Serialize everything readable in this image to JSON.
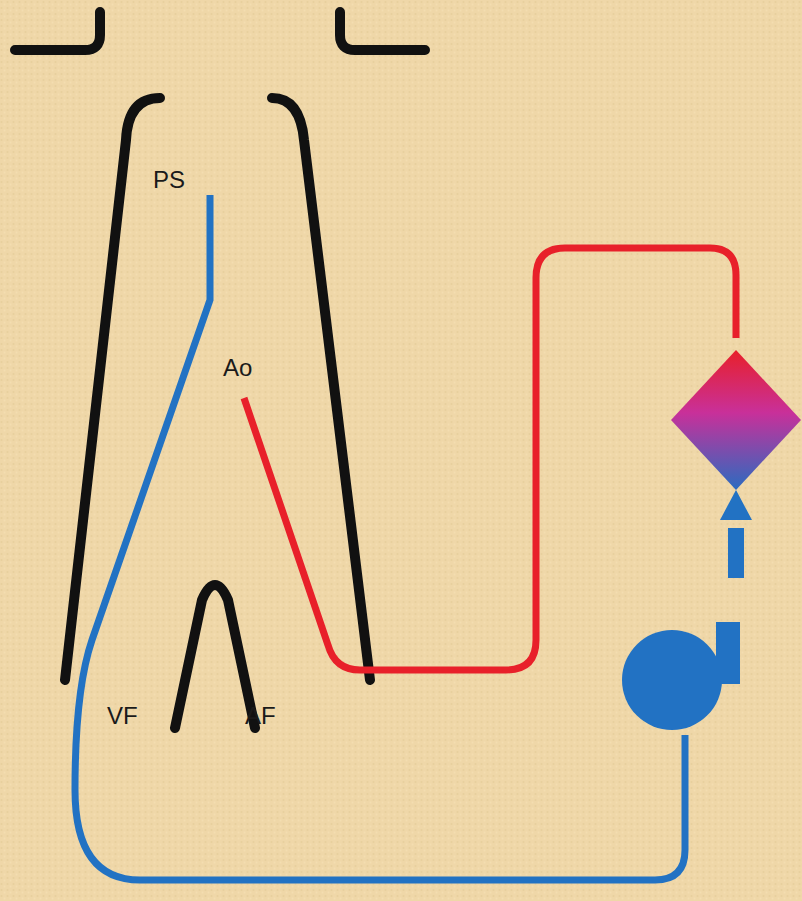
{
  "diagram": {
    "labels": [
      "PS",
      "Ao",
      "VF",
      "AF"
    ]
  }
}
